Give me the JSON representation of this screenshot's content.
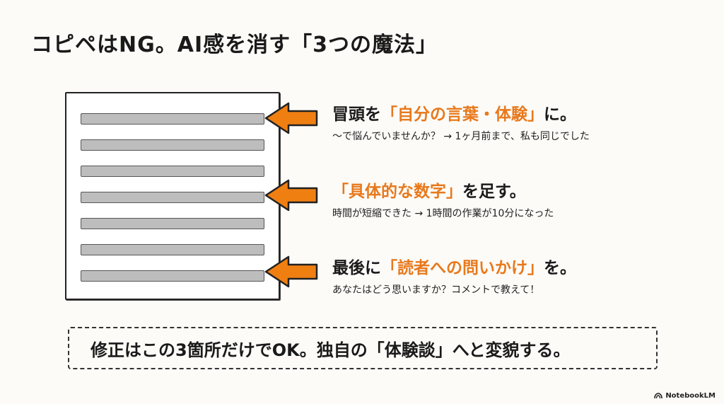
{
  "title": "コピペはNG。AI感を消す「3つの魔法」",
  "points": [
    {
      "heading_before": "冒頭を",
      "heading_accent": "「自分の言葉・体験」",
      "heading_after": "に。",
      "detail": "〜で悩んでいませんか？ → 1ヶ月前まで、私も同じでした"
    },
    {
      "heading_before": "",
      "heading_accent": "「具体的な数字」",
      "heading_after": "を足す。",
      "detail": "時間が短縮できた → 1時間の作業が10分になった"
    },
    {
      "heading_before": "最後に",
      "heading_accent": "「読者への問いかけ」",
      "heading_after": "を。",
      "detail": "あなたはどう思いますか？コメントで教えて！"
    }
  ],
  "summary": "修正はこの3箇所だけでOK。独自の「体験談」へと変貌する。",
  "watermark": "NotebookLM",
  "colors": {
    "accent": "#e8791c",
    "arrow_fill": "#f07f12",
    "text": "#1a1a1a",
    "doc_line": "#bdbdbd"
  },
  "icons": {
    "arrow": "left-arrow-icon",
    "watermark": "notebooklm-logo-icon"
  }
}
